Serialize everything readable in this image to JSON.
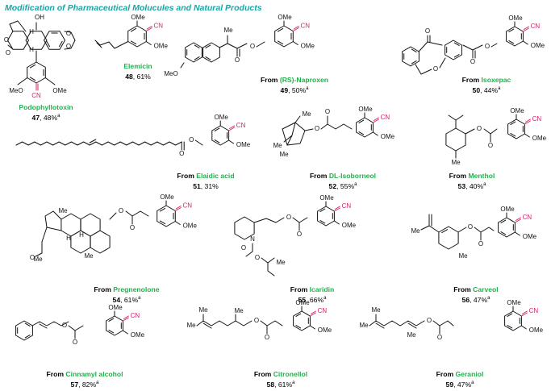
{
  "title": "Modification of Pharmaceutical Molucules and Natural Products",
  "colors": {
    "title": "#1aa5a5",
    "highlight_name": "#22b14c",
    "nitrile_bond": "#d0246e",
    "nitrile_text": "#d0246e"
  },
  "labels": {
    "cn": "CN",
    "ome": "OMe",
    "meo": "MeO",
    "oh": "OH",
    "me": "Me",
    "h": "H",
    "o": "O",
    "n": "N"
  },
  "compounds": [
    {
      "prefix": "",
      "name": "Podophyllotoxin",
      "number": "47",
      "yield": ", 48%",
      "sup": "a"
    },
    {
      "prefix": "",
      "name": "Elemicin",
      "number": "48",
      "yield": ", 61%",
      "sup": ""
    },
    {
      "prefix": "From ",
      "name": "(RS)-Naproxen",
      "number": "49",
      "yield": ", 50%",
      "sup": "a"
    },
    {
      "prefix": "From ",
      "name": "Isoxepac",
      "number": "50",
      "yield": ", 44%",
      "sup": "a"
    },
    {
      "prefix": "From ",
      "name": "Elaidic acid",
      "number": "51",
      "yield": ", 31%",
      "sup": ""
    },
    {
      "prefix": "From ",
      "name": "DL-Isoborneol",
      "number": "52",
      "yield": ", 55%",
      "sup": "a"
    },
    {
      "prefix": "From ",
      "name": "Menthol",
      "number": "53",
      "yield": ", 40%",
      "sup": "a"
    },
    {
      "prefix": "From ",
      "name": "Pregnenolone",
      "number": "54",
      "yield": ", 61%",
      "sup": "a"
    },
    {
      "prefix": "From ",
      "name": "Icaridin",
      "number": "55",
      "yield": ", 66%",
      "sup": "a"
    },
    {
      "prefix": "From ",
      "name": "Carveol",
      "number": "56",
      "yield": ", 47%",
      "sup": "a"
    },
    {
      "prefix": "From ",
      "name": "Cinnamyl alcohol",
      "number": "57",
      "yield": ", 82%",
      "sup": "a"
    },
    {
      "prefix": "From ",
      "name": "Citronellol",
      "number": "58",
      "yield": ", 61%",
      "sup": "a"
    },
    {
      "prefix": "From ",
      "name": "Geraniol",
      "number": "59",
      "yield": ", 47%",
      "sup": "a"
    }
  ]
}
